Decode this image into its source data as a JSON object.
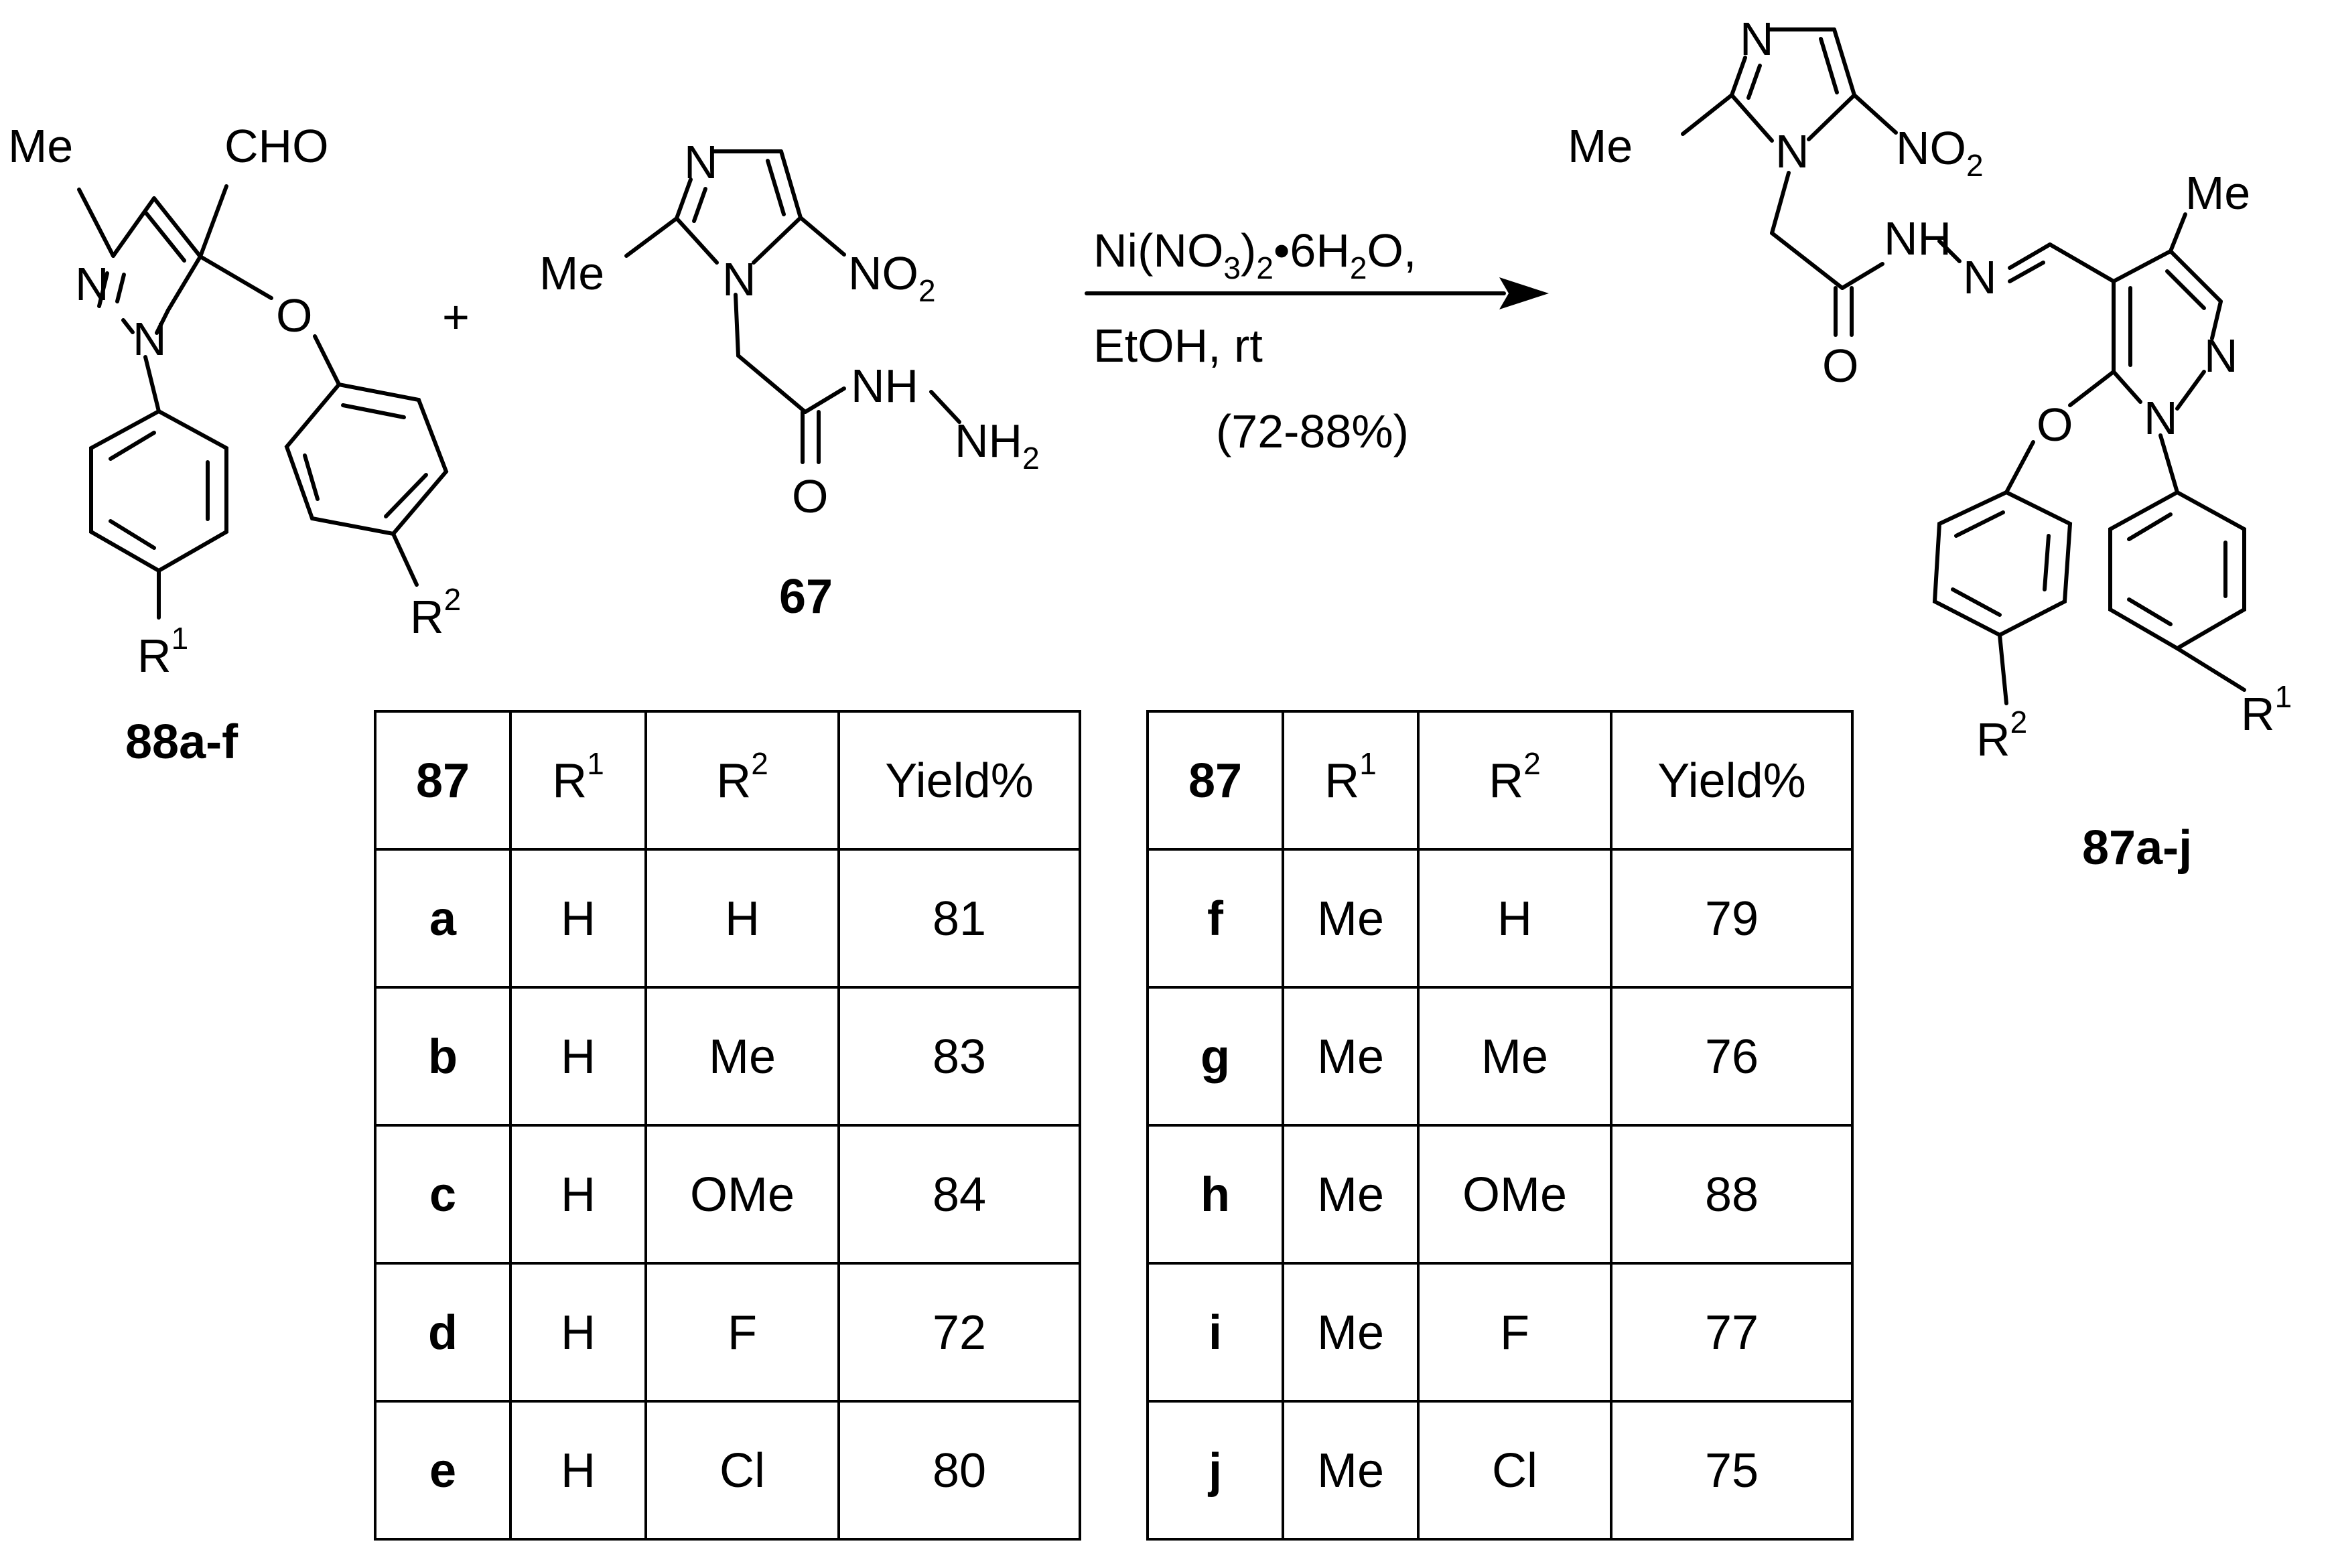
{
  "reactants": {
    "aldehyde": {
      "id": "88a-f",
      "labels": {
        "methyl": "Me",
        "aldehyde": "CHO",
        "ring_n2": "N",
        "ring_n1": "N",
        "ether_o": "O",
        "r1": "R",
        "r1_index": "1",
        "r2": "R",
        "r2_index": "2"
      }
    },
    "plus": "+",
    "hydrazide": {
      "id": "67",
      "labels": {
        "ring_n3": "N",
        "methyl": "Me",
        "ring_n1": "N",
        "nitro": "NO",
        "nitro_index": "2",
        "nh": "NH",
        "nh2": "NH",
        "nh2_index": "2",
        "carbonyl_o": "O"
      }
    }
  },
  "conditions": {
    "reagent_ni": "Ni(NO",
    "reagent_sub3": "3",
    "reagent_close": ")",
    "reagent_sub2": "2",
    "reagent_hydrate": "•6H",
    "reagent_sub2b": "2",
    "reagent_tail": "O,",
    "solvent": "EtOH, rt",
    "yield_range": "(72-88%)"
  },
  "product": {
    "id": "87a-j",
    "labels": {
      "ring_n3": "N",
      "methyl_imid": "Me",
      "ring_n1": "N",
      "nitro": "NO",
      "nitro_index": "2",
      "carbonyl_o": "O",
      "nh": "NH",
      "imine_n": "N",
      "methyl_pyr": "Me",
      "pyr_n2": "N",
      "pyr_n1": "N",
      "ether_o": "O",
      "r1": "R",
      "r1_index": "1",
      "r2": "R",
      "r2_index": "2"
    }
  },
  "tables": [
    {
      "headers": [
        "87",
        "R",
        "R",
        "Yield%"
      ],
      "header_indices": [
        "",
        "1",
        "2",
        ""
      ],
      "rows": [
        [
          "a",
          "H",
          "H",
          "81"
        ],
        [
          "b",
          "H",
          "Me",
          "83"
        ],
        [
          "c",
          "H",
          "OMe",
          "84"
        ],
        [
          "d",
          "H",
          "F",
          "72"
        ],
        [
          "e",
          "H",
          "Cl",
          "80"
        ]
      ]
    },
    {
      "headers": [
        "87",
        "R",
        "R",
        "Yield%"
      ],
      "header_indices": [
        "",
        "1",
        "2",
        ""
      ],
      "rows": [
        [
          "f",
          "Me",
          "H",
          "79"
        ],
        [
          "g",
          "Me",
          "Me",
          "76"
        ],
        [
          "h",
          "Me",
          "OMe",
          "88"
        ],
        [
          "i",
          "Me",
          "F",
          "77"
        ],
        [
          "j",
          "Me",
          "Cl",
          "75"
        ]
      ]
    }
  ]
}
